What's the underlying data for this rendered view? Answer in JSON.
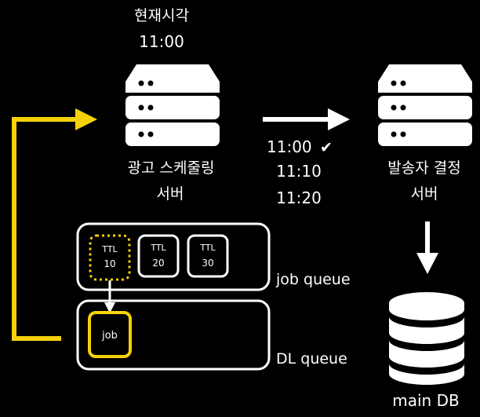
{
  "ad_server": {
    "clock_title": "현재시각",
    "clock_time": "11:00",
    "name_line1": "광고 스케줄링",
    "name_line2": "서버"
  },
  "sender_server": {
    "name_line1": "발송자 결정",
    "name_line2": "서버"
  },
  "schedule_times": [
    {
      "time": "11:00",
      "mark": "✔"
    },
    {
      "time": "11:10",
      "mark": ""
    },
    {
      "time": "11:20",
      "mark": ""
    }
  ],
  "job_queue": {
    "label": "job queue",
    "jobs": [
      {
        "ttl_label": "TTL",
        "ttl_value": "10",
        "style": "dotted-yellow"
      },
      {
        "ttl_label": "TTL",
        "ttl_value": "20",
        "style": "white"
      },
      {
        "ttl_label": "TTL",
        "ttl_value": "30",
        "style": "white"
      }
    ]
  },
  "dl_queue": {
    "label": "DL queue",
    "job_label": "job"
  },
  "main_db": {
    "label": "main DB"
  },
  "colors": {
    "background": "#000000",
    "foreground": "#ffffff",
    "accent": "#f5d10a"
  }
}
